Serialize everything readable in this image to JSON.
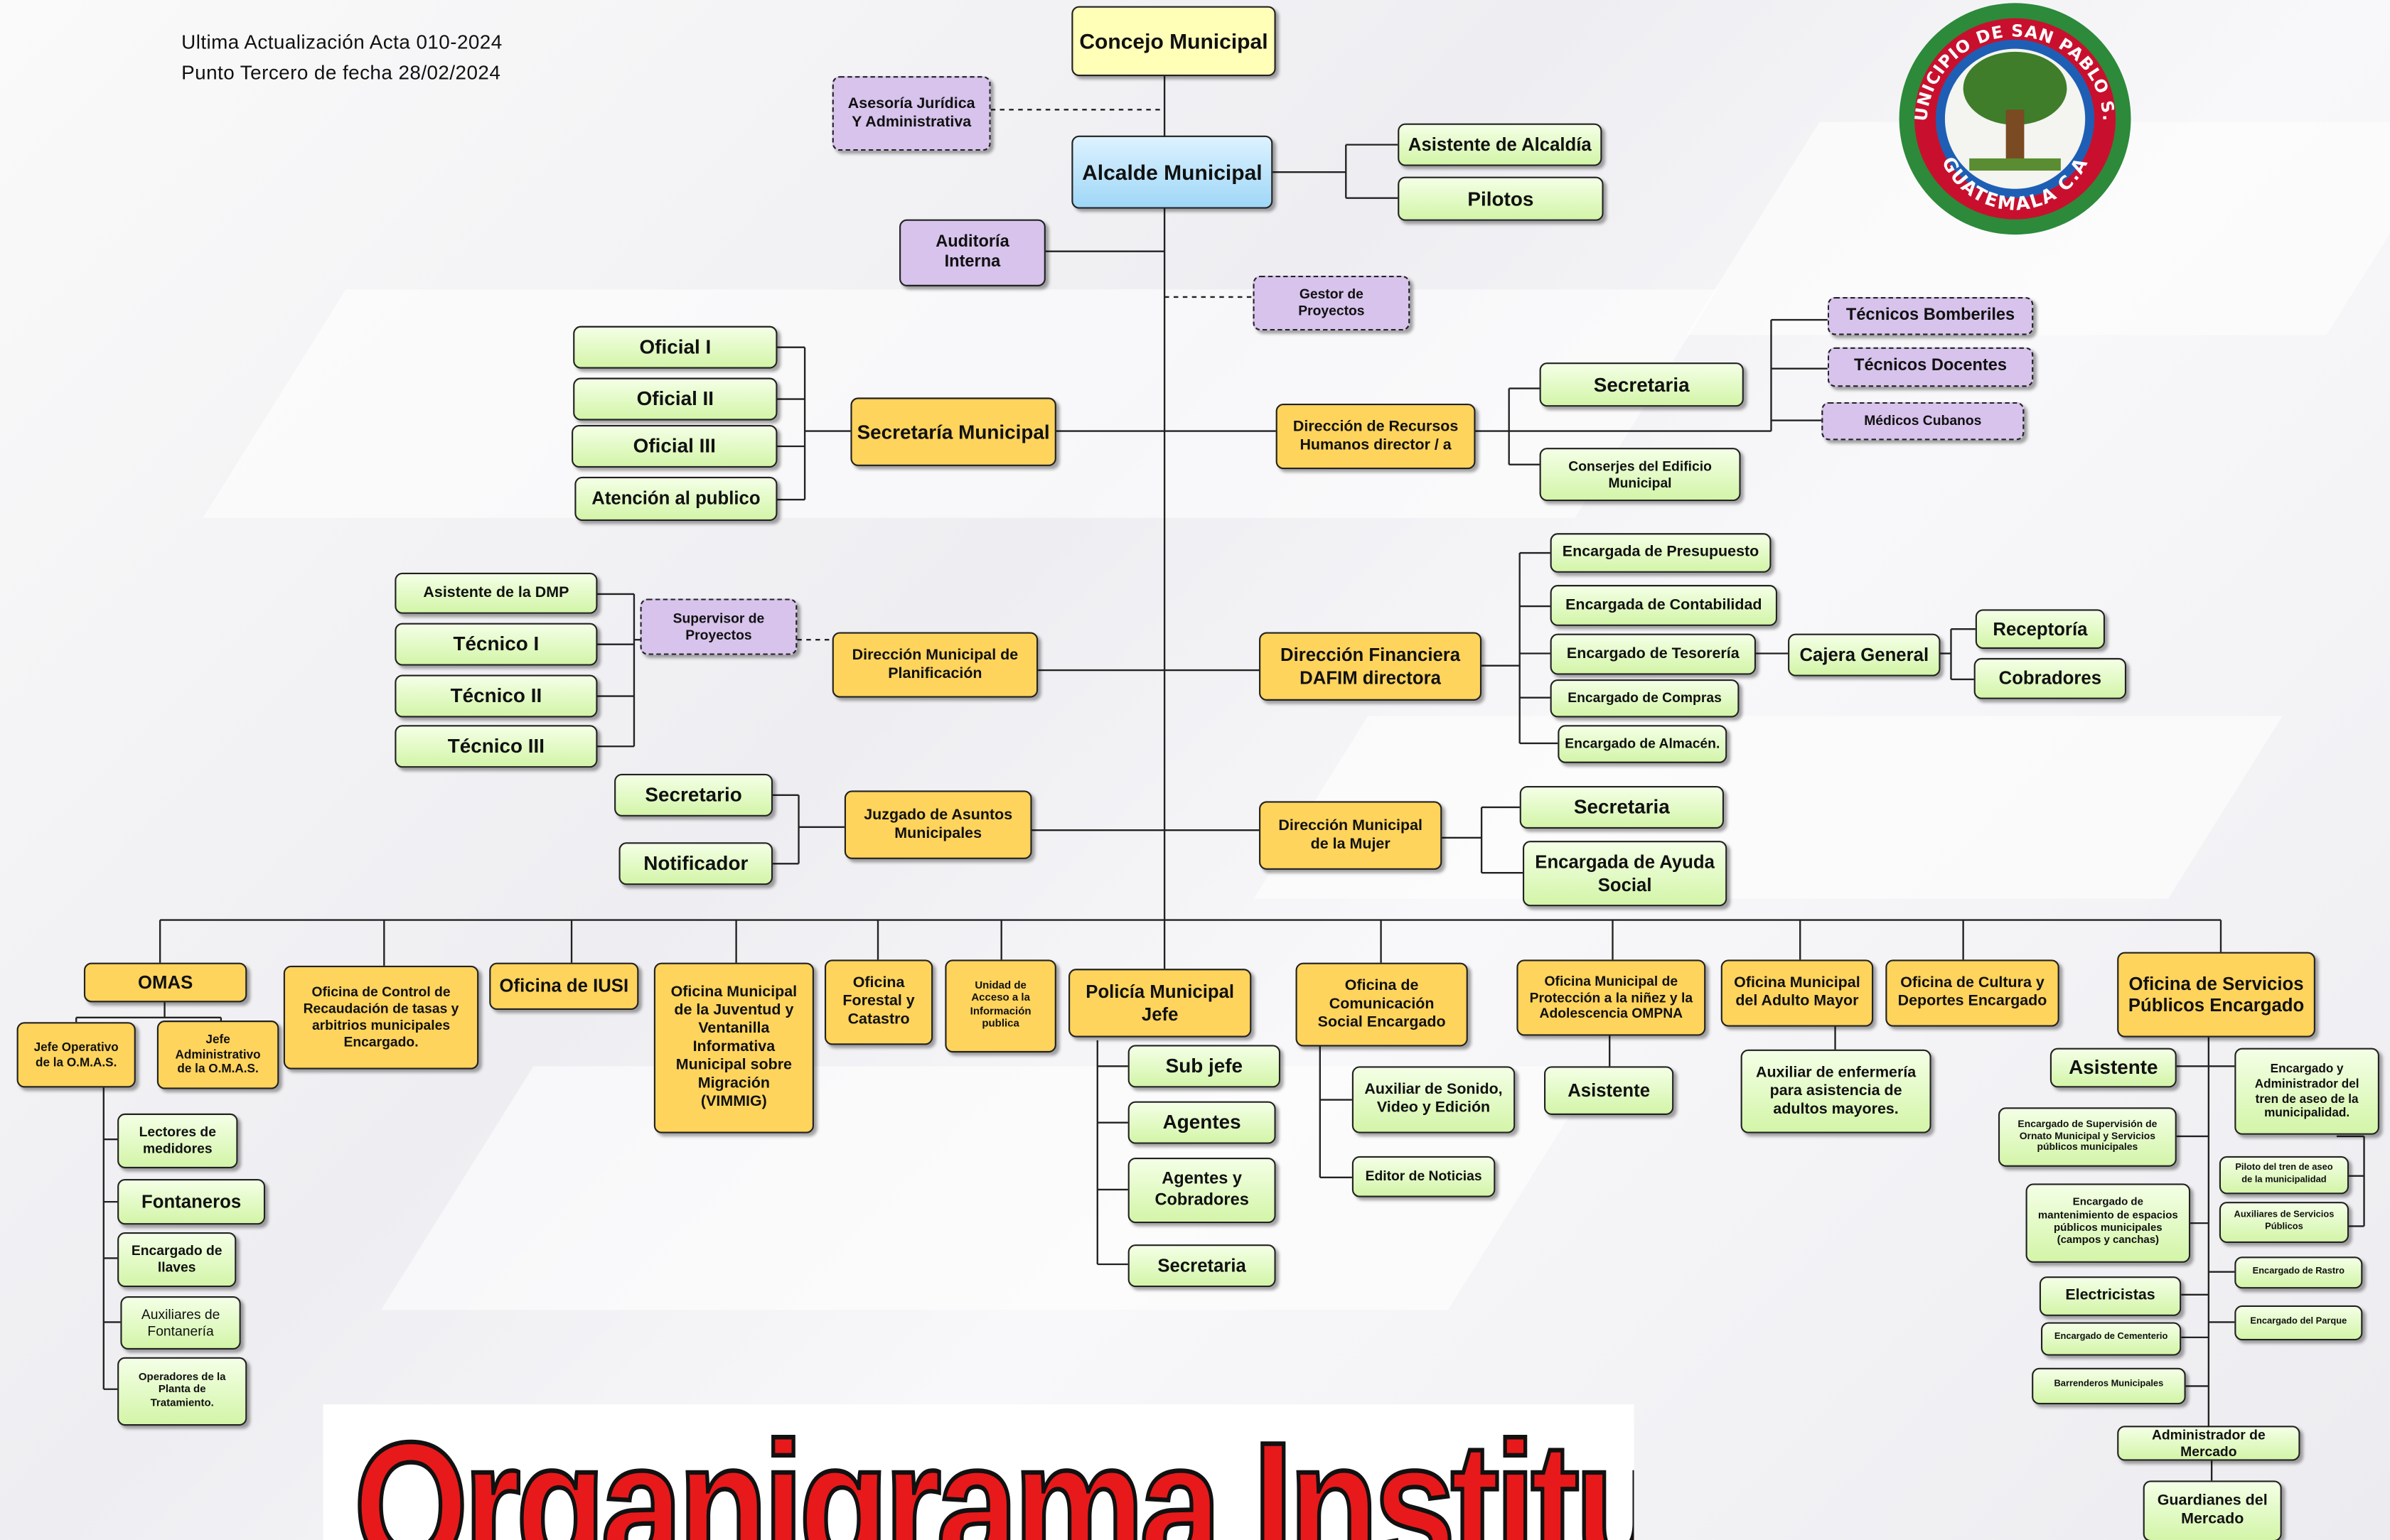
{
  "header": {
    "update_line1": "Ultima Actualización Acta 010-2024",
    "update_line2": "Punto Tercero de fecha 28/02/2024"
  },
  "title": "Organigrama Institucional",
  "seal": {
    "top_text": "MUNICIPIO DE SAN PABLO S.M",
    "bottom_text": "GUATEMALA C.A",
    "colors": {
      "outer": "#2c8a3a",
      "band": "#c8102e",
      "inner_blue": "#1e5fb5",
      "tree": "#3f7d2a",
      "sun": "#f5e11b"
    }
  },
  "colors": {
    "green_box": "#d3f5a8",
    "yellow_box": "#ffd45c",
    "light_yellow_box": "#ffffb8",
    "blue_box": "#9fd7f7",
    "purple_box": "#d7c3ec",
    "title_red": "#e8191b",
    "line": "#222222"
  },
  "nodes": {
    "concejo": "Concejo Municipal",
    "asesoria": "Asesoría Jurídica\nY Administrativa",
    "alcalde": "Alcalde Municipal",
    "asistente_alcaldia": "Asistente de Alcaldía",
    "pilotos": "Pilotos",
    "auditoria": "Auditoría\nInterna",
    "gestor": "Gestor de\nProyectos",
    "oficial_1": "Oficial I",
    "oficial_2": "Oficial II",
    "oficial_3": "Oficial III",
    "atencion": "Atención al publico",
    "secretaria_municipal": "Secretaría Municipal",
    "rrhh": "Dirección de Recursos\nHumanos director / a",
    "rrhh_secretaria": "Secretaria",
    "conserjes": "Conserjes del Edificio\nMunicipal",
    "tecnicos_bomberiles": "Técnicos Bomberiles",
    "tecnicos_docentes": "Técnicos Docentes",
    "medicos_cubanos": "Médicos Cubanos",
    "presupuesto": "Encargada de Presupuesto",
    "contabilidad": "Encargada de Contabilidad",
    "tesoreria": "Encargado de Tesorería",
    "compras": "Encargado de Compras",
    "almacen": "Encargado de Almacén.",
    "cajera": "Cajera General",
    "receptoria": "Receptoría",
    "cobradores": "Cobradores",
    "financiera": "Dirección Financiera\nDAFIM directora",
    "asistente_dmp": "Asistente de la DMP",
    "tecnico_1": "Técnico I",
    "tecnico_2": "Técnico II",
    "tecnico_3": "Técnico III",
    "supervisor": "Supervisor de\nProyectos",
    "dmp": "Dirección Municipal de\nPlanificación",
    "juzgado_secretario": "Secretario",
    "notificador": "Notificador",
    "juzgado": "Juzgado de Asuntos\nMunicipales",
    "dmm": "Dirección Municipal\nde la Mujer",
    "dmm_secretaria": "Secretaria",
    "ayuda_social": "Encargada de Ayuda\nSocial",
    "omas": "OMAS",
    "jefe_operativo": "Jefe Operativo\nde la O.M.A.S.",
    "jefe_administrativo": "Jefe\nAdministrativo\nde la O.M.A.S.",
    "lectores": "Lectores de\nmedidores",
    "fontaneros": "Fontaneros",
    "llaves": "Encargado de\nllaves",
    "aux_fontaneria": "Auxiliares de\nFontanería",
    "operadores": "Operadores de la\nPlanta de\nTratamiento.",
    "control_recaudacion": "Oficina de Control de\nRecaudación de tasas y\narbitrios municipales\nEncargado.",
    "iusi": "Oficina de IUSI",
    "juventud": "Oficina Municipal\nde la Juventud y\nVentanilla\nInformativa\nMunicipal sobre\nMigración\n(VIMMIG)",
    "forestal": "Oficina\nForestal y\nCatastro",
    "acceso_info": "Unidad de\nAcceso a la\nInformación\npublica",
    "policia": "Policía Municipal\nJefe",
    "sub_jefe": "Sub jefe",
    "agentes": "Agentes",
    "agentes_cobradores": "Agentes y\nCobradores",
    "policia_secretaria": "Secretaria",
    "comunicacion": "Oficina de\nComunicación\nSocial Encargado",
    "sonido": "Auxiliar de Sonido,\nVideo y Edición",
    "editor": "Editor de Noticias",
    "ompna": "Oficina Municipal de\nProtección a la niñez y la\nAdolescencia OMPNA",
    "ompna_asistente": "Asistente",
    "adulto_mayor": "Oficina Municipal\ndel Adulto Mayor",
    "enfermeria": "Auxiliar de enfermería\npara asistencia de\nadultos mayores.",
    "cultura": "Oficina de Cultura y\nDeportes Encargado",
    "servicios": "Oficina de Servicios\nPúblicos Encargado",
    "sp_asistente": "Asistente",
    "tren_aseo": "Encargado y\nAdministrador del\ntren de aseo de la\nmunicipalidad.",
    "ornato": "Encargado de Supervisión de\nOrnato Municipal y Servicios\npúblicos municipales",
    "piloto_tren": "Piloto del tren de aseo\nde la municipalidad",
    "mantenimiento": "Encargado de\nmantenimiento de espacios\npúblicos municipales\n(campos y canchas)",
    "aux_servicios": "Auxiliares de Servicios\nPúblicos",
    "rastro": "Encargado de Rastro",
    "electricistas": "Electricistas",
    "parque": "Encargado del Parque",
    "cementerio": "Encargado de Cementerio",
    "barrenderos": "Barrenderos Municipales",
    "mercado": "Administrador de Mercado",
    "guardianes": "Guardianes del\nMercado"
  }
}
